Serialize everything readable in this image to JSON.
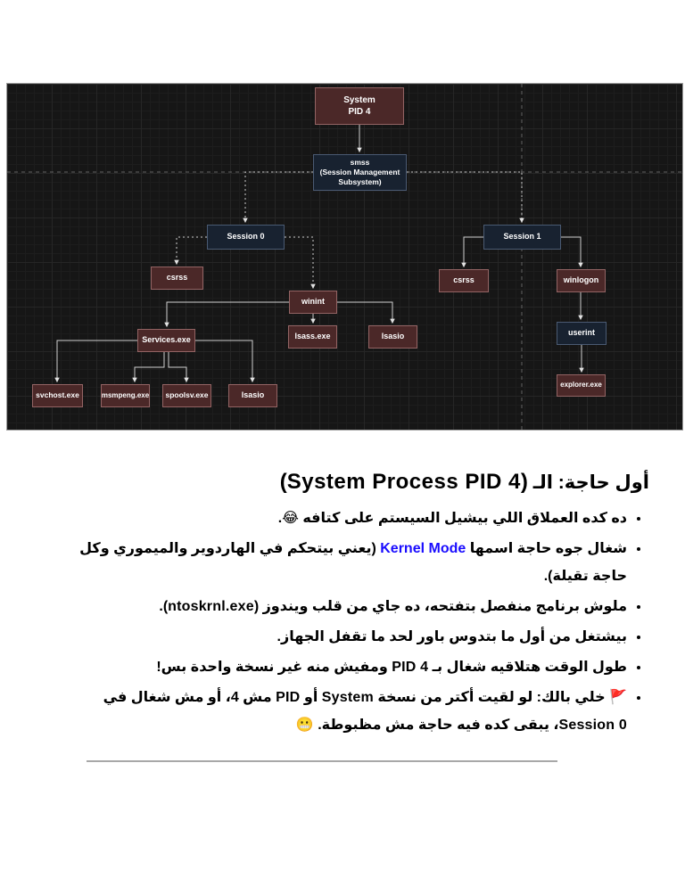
{
  "diagram": {
    "background": "#161616",
    "border_color": "#9e9e9e",
    "connector_color": "#d0d0d0",
    "node_colors": {
      "maroon_fill": "#4b2828",
      "maroon_border": "#936464",
      "navy_fill": "#182230",
      "navy_border": "#4a5a72",
      "text": "#ffffff"
    },
    "nodes": {
      "system": {
        "label": "System\nPID 4",
        "type": "maroon"
      },
      "smss": {
        "label": "smss\n(Session Management\nSubsystem)",
        "type": "navy"
      },
      "session0": {
        "label": "Session 0",
        "type": "navy"
      },
      "session1": {
        "label": "Session 1",
        "type": "navy"
      },
      "csrss0": {
        "label": "csrss",
        "type": "maroon"
      },
      "winint": {
        "label": "winint",
        "type": "maroon"
      },
      "csrss1": {
        "label": "csrss",
        "type": "maroon"
      },
      "winlogon": {
        "label": "winlogon",
        "type": "maroon"
      },
      "services": {
        "label": "Services.exe",
        "type": "maroon"
      },
      "lsass": {
        "label": "lsass.exe",
        "type": "maroon"
      },
      "lsasio_top": {
        "label": "lsasio",
        "type": "maroon"
      },
      "userint": {
        "label": "userint",
        "type": "navy"
      },
      "svchost": {
        "label": "svchost.exe",
        "type": "maroon"
      },
      "msmpeng": {
        "label": "msmpeng.exe",
        "type": "maroon"
      },
      "spoolsv": {
        "label": "spoolsv.exe",
        "type": "maroon"
      },
      "lsasio_bottom": {
        "label": "lsasio",
        "type": "maroon"
      },
      "explorer": {
        "label": "explorer.exe",
        "type": "maroon"
      }
    },
    "edges": [
      {
        "from": "system",
        "to": "smss",
        "style": "solid"
      },
      {
        "from": "smss",
        "to": "session0",
        "style": "dotted"
      },
      {
        "from": "smss",
        "to": "session1",
        "style": "dotted"
      },
      {
        "from": "session0",
        "to": "csrss0",
        "style": "dotted"
      },
      {
        "from": "session0",
        "to": "winint",
        "style": "dotted"
      },
      {
        "from": "winint",
        "to": "services",
        "style": "solid"
      },
      {
        "from": "winint",
        "to": "lsass",
        "style": "solid"
      },
      {
        "from": "winint",
        "to": "lsasio_top",
        "style": "solid"
      },
      {
        "from": "services",
        "to": "svchost",
        "style": "solid"
      },
      {
        "from": "services",
        "to": "msmpeng",
        "style": "solid"
      },
      {
        "from": "services",
        "to": "spoolsv",
        "style": "solid"
      },
      {
        "from": "services",
        "to": "lsasio_bottom",
        "style": "solid"
      },
      {
        "from": "session1",
        "to": "csrss1",
        "style": "solid"
      },
      {
        "from": "session1",
        "to": "winlogon",
        "style": "solid"
      },
      {
        "from": "winlogon",
        "to": "userint",
        "style": "solid"
      },
      {
        "from": "userint",
        "to": "explorer",
        "style": "solid"
      }
    ]
  },
  "content": {
    "heading": {
      "arabic": "أول حاجة: الـ",
      "latin": "(System Process PID 4)"
    },
    "kernel_mode_color": "#1a0dff",
    "divider_color": "#a8a8a8",
    "bullets": [
      {
        "segments": [
          {
            "text": "ده كده العملاق اللي بيشيل السيستم على كتافه 😂."
          }
        ]
      },
      {
        "segments": [
          {
            "text": "شغال جوه حاجة اسمها "
          },
          {
            "text": "Kernel Mode",
            "style": "blue"
          },
          {
            "text": " (يعني بيتحكم في الهاردوير والميموري وكل حاجة تقيلة)."
          }
        ]
      },
      {
        "segments": [
          {
            "text": "ملوش برنامج منفصل بتفتحه، ده جاي من قلب ويندوز "
          },
          {
            "text": "(ntoskrnl.exe)",
            "style": "latin"
          },
          {
            "text": "."
          }
        ]
      },
      {
        "segments": [
          {
            "text": "بيشتغل من أول ما بتدوس باور لحد ما تقفل الجهاز."
          }
        ]
      },
      {
        "segments": [
          {
            "text": "طول الوقت هتلاقيه شغال بـ "
          },
          {
            "text": "PID 4",
            "style": "latin"
          },
          {
            "text": " ومفيش منه غير نسخة واحدة بس!"
          }
        ]
      },
      {
        "segments": [
          {
            "text": "🚩 خلي بالك: لو لقيت أكتر من نسخة "
          },
          {
            "text": "System",
            "style": "latin"
          },
          {
            "text": " أو "
          },
          {
            "text": "PID",
            "style": "latin"
          },
          {
            "text": " مش 4، أو مش شغال في "
          },
          {
            "text": "Session 0",
            "style": "latin"
          },
          {
            "text": "، يبقى كده فيه حاجة مش مظبوطة. 😬"
          }
        ]
      }
    ]
  }
}
